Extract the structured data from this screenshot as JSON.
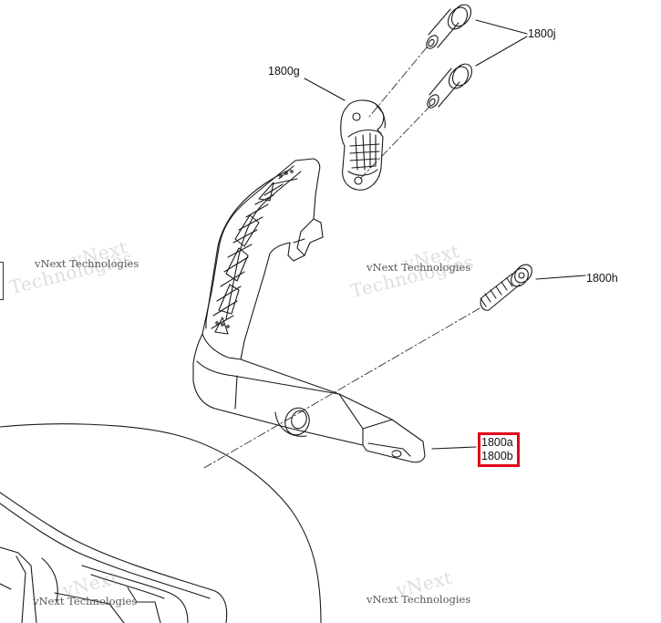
{
  "callouts": {
    "bracket": "1800g",
    "bolts": "1800j",
    "screw": "1800h",
    "handle_a": "1800a",
    "handle_b": "1800b"
  },
  "watermark": {
    "line1": "vNext",
    "line2": "Technologies",
    "small": "vNext Technologies"
  },
  "colors": {
    "highlight_box": "#e1001a",
    "line_art": "#1a1a1a"
  }
}
